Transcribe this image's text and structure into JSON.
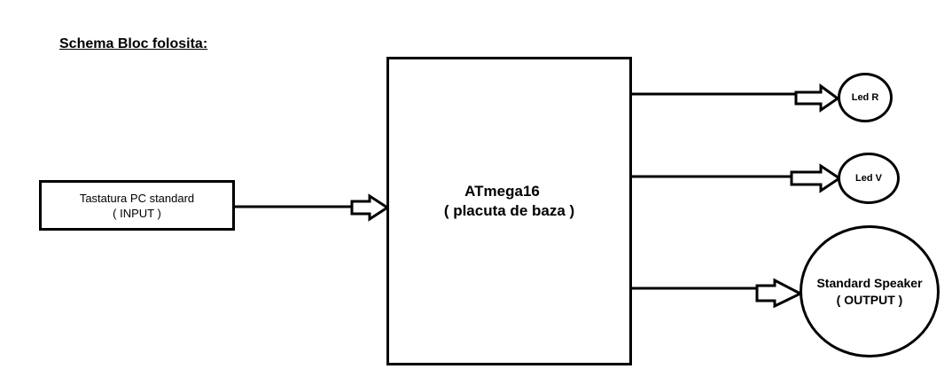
{
  "title": "Schema Bloc folosita:",
  "input_block": {
    "line1": "Tastatura PC standard",
    "line2": "( INPUT )"
  },
  "mcu_block": {
    "line1": "ATmega16",
    "line2": "( placuta de baza )"
  },
  "outputs": {
    "led_r": "Led R",
    "led_v": "Led V",
    "speaker_line1": "Standard Speaker",
    "speaker_line2": "( OUTPUT )"
  },
  "colors": {
    "stroke": "#000000",
    "background": "#ffffff"
  },
  "icons": [
    "hollow-arrow-icon"
  ]
}
